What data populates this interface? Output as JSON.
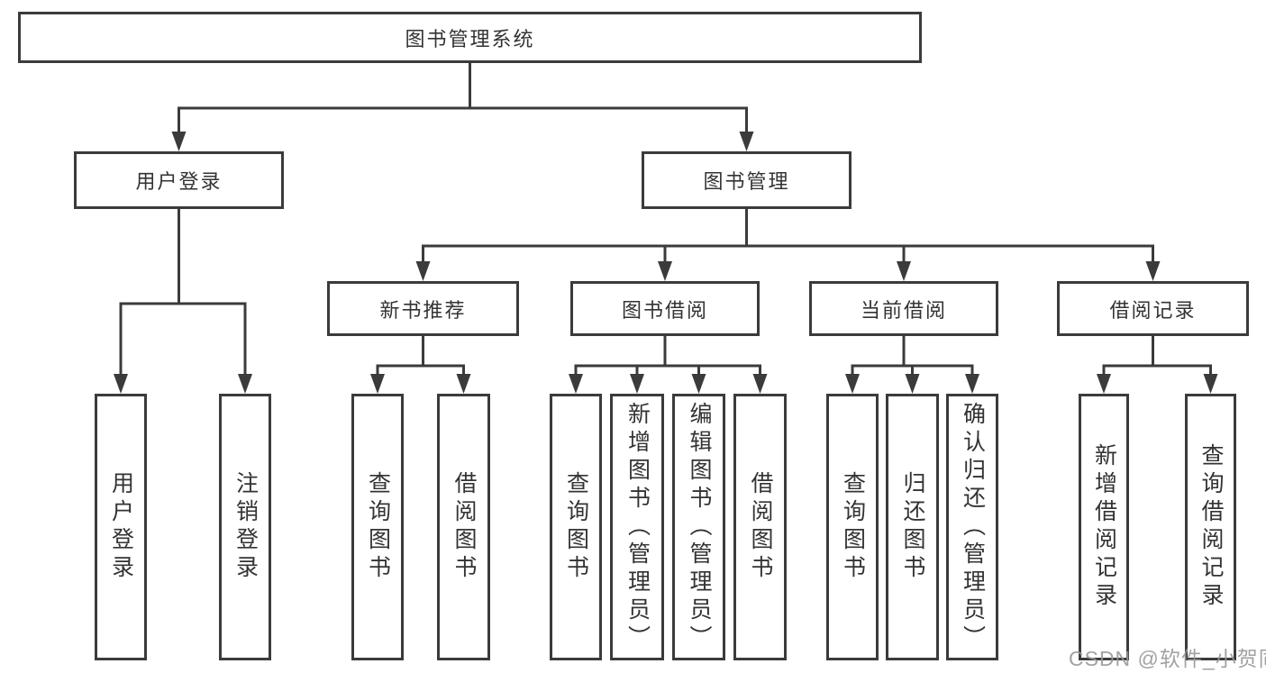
{
  "tree": {
    "root": {
      "label": "图书管理系统"
    },
    "branches": [
      {
        "label": "用户登录",
        "children": [
          {
            "label": "用户登录"
          },
          {
            "label": "注销登录"
          }
        ]
      },
      {
        "label": "图书管理",
        "children": [
          {
            "label": "新书推荐",
            "children": [
              {
                "label": "查询图书"
              },
              {
                "label": "借阅图书"
              }
            ]
          },
          {
            "label": "图书借阅",
            "children": [
              {
                "label": "查询图书"
              },
              {
                "label": "新增图书（管理员）"
              },
              {
                "label": "编辑图书（管理员）"
              },
              {
                "label": "借阅图书"
              }
            ]
          },
          {
            "label": "当前借阅",
            "children": [
              {
                "label": "查询图书"
              },
              {
                "label": "归还图书"
              },
              {
                "label": "确认归还（管理员）"
              }
            ]
          },
          {
            "label": "借阅记录",
            "children": [
              {
                "label": "新增借阅记录"
              },
              {
                "label": "查询借阅记录"
              }
            ]
          }
        ]
      }
    ]
  },
  "watermark": {
    "text": "CSDN @软件_小贺同学"
  },
  "colors": {
    "line": "#3b3b3b",
    "text": "#333333",
    "background": "#ffffff",
    "watermark": "#989898"
  }
}
